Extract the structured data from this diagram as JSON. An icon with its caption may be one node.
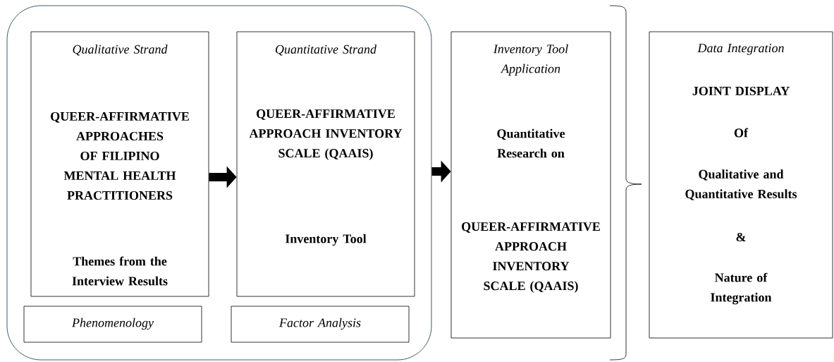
{
  "diagram": {
    "nodes": [
      {
        "text": [],
        "shape": "box"
      },
      {
        "text": [
          "Qualitative Strand",
          "QUEER-AFFIRMATIVE APPROACHES OF FILIPINO MENTAL HEALTH PRACTITIONERS",
          "Themes from the Interview Results"
        ],
        "in": 0
      },
      {
        "text": [
          "Phenomenology"
        ],
        "in": 0
      },
      {
        "text": [
          "Quantitative Strand",
          "QUEER-AFFIRMATIVE APPROACH INVENTORY SCALE (QAAIS)",
          "Inventory Tool"
        ],
        "in": 0
      },
      {
        "text": [
          "Factor Analysis"
        ],
        "in": 0
      },
      {
        "text": [
          "Inventory Tool Application",
          "Quantitative Research on",
          "QUEER-AFFIRMATIVE APPROACH INVENTORY SCALE (QAAIS)"
        ]
      },
      {
        "text": [
          "Data Integration",
          "JOINT DISPLAY",
          "Of",
          "Qualitative and Quantitative Results",
          "&",
          "Nature of Integration"
        ]
      }
    ],
    "edges": [
      {
        "from": 1,
        "to": 3,
        "arrow": "to"
      },
      {
        "from": 0,
        "to": 5,
        "arrow": "to"
      }
    ]
  }
}
